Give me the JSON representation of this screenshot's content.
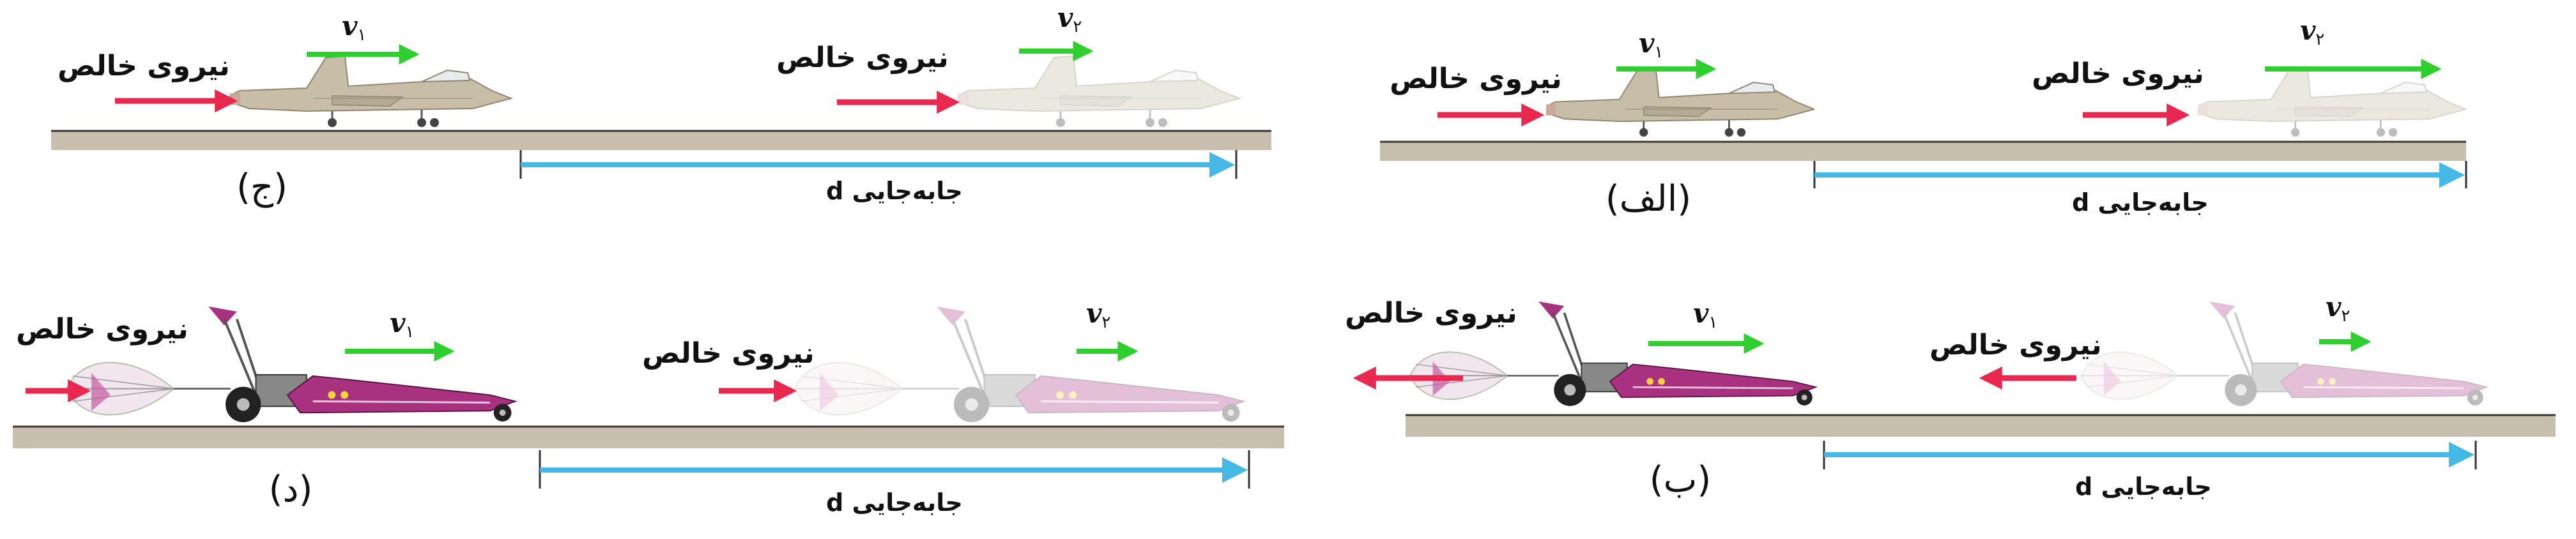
{
  "net_force_label": "نیروی خالص",
  "displacement_label": "جابه‌جایی d",
  "velocity_1": {
    "symbol": "v",
    "subscript": "۱"
  },
  "velocity_2": {
    "symbol": "v",
    "subscript": "۲"
  },
  "panels": [
    {
      "id": "alef",
      "tag": "(الف)",
      "vehicle": "jet",
      "force_direction": "forward"
    },
    {
      "id": "jim",
      "tag": "(ج)",
      "vehicle": "jet",
      "force_direction": "forward"
    },
    {
      "id": "be",
      "tag": "(ب)",
      "vehicle": "dragster",
      "force_direction": "backward"
    },
    {
      "id": "dal",
      "tag": "(د)",
      "vehicle": "dragster",
      "force_direction": "forward"
    }
  ],
  "colors": {
    "ground": "#c9bfae",
    "ground_line": "#3a3530",
    "force_arrow": "#e8284f",
    "velocity_arrow": "#2fcf2f",
    "displacement_arrow": "#45b8e6",
    "jet_body": "#c8bea8",
    "dragster_body": "#a8327f"
  }
}
